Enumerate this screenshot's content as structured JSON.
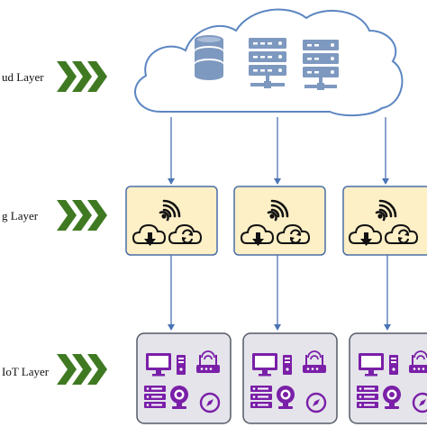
{
  "layers": [
    {
      "id": "cloud",
      "label": "ud Layer"
    },
    {
      "id": "fog",
      "label": "g Layer"
    },
    {
      "id": "iot",
      "label": "IoT Layer"
    }
  ],
  "colors": {
    "chevron": "#3f7a22",
    "cloud_fill": "#ffffff",
    "cloud_stroke": "#5b86c2",
    "server_icon": "#7e99c0",
    "fog_fill": "#fdefc6",
    "fog_stroke": "#4a6fa5",
    "fog_icon": "#111111",
    "iot_fill": "#e4e4ea",
    "iot_stroke": "#555a66",
    "iot_icon": "#7a1fa8",
    "arrow": "#4a74b4"
  },
  "icons": {
    "cloud": [
      "database-icon",
      "server-rack-icon",
      "server-rack-icon"
    ],
    "fog": [
      "wifi-icon",
      "cloud-download-icon",
      "cloud-sync-icon"
    ],
    "iot": [
      "desktop-computer-icon",
      "tower-pc-icon",
      "router-icon",
      "server-icon",
      "webcam-icon",
      "compass-icon"
    ]
  }
}
